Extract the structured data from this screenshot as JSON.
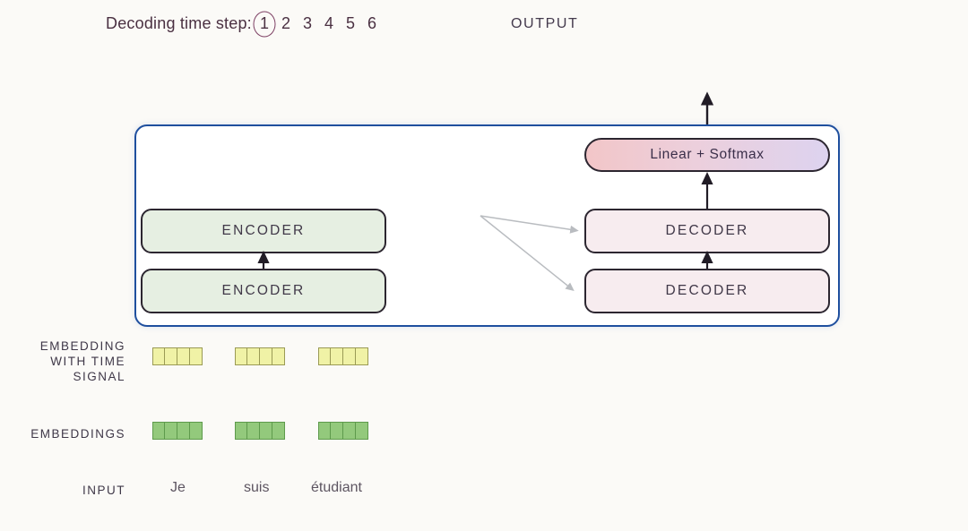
{
  "header": {
    "decoding_label": "Decoding time step:",
    "steps": [
      {
        "value": "1",
        "active": true
      },
      {
        "value": "2",
        "active": false
      },
      {
        "value": "3",
        "active": false
      },
      {
        "value": "4",
        "active": false
      },
      {
        "value": "5",
        "active": false
      },
      {
        "value": "6",
        "active": false
      }
    ],
    "output_label": "OUTPUT"
  },
  "model": {
    "encoder_stack": [
      {
        "label": "ENCODER"
      },
      {
        "label": "ENCODER"
      }
    ],
    "decoder_stack": [
      {
        "label": "DECODER"
      },
      {
        "label": "DECODER"
      }
    ],
    "output_head": "Linear + Softmax"
  },
  "rows": {
    "embedding_with_time_signal": "EMBEDDING WITH TIME SIGNAL",
    "embeddings": "EMBEDDINGS",
    "input": "INPUT"
  },
  "tokens": [
    {
      "word": "Je"
    },
    {
      "word": "suis"
    },
    {
      "word": "étudiant"
    }
  ],
  "vectors": {
    "cells_per_token": 4,
    "time_signal_color": "#f0f2a6",
    "embedding_color": "#93c97c"
  },
  "colors": {
    "background": "#fbfaf7",
    "container_border": "#1f4f9e",
    "encoder_fill": "#e6efe2",
    "decoder_fill": "#f7ecef",
    "linear_softmax_gradient_start": "#f2c6c8",
    "linear_softmax_gradient_end": "#ddd3ef",
    "block_border": "#2c2630",
    "header_text": "#4a3042",
    "cross_attention_arrow": "#b9bcc0"
  }
}
